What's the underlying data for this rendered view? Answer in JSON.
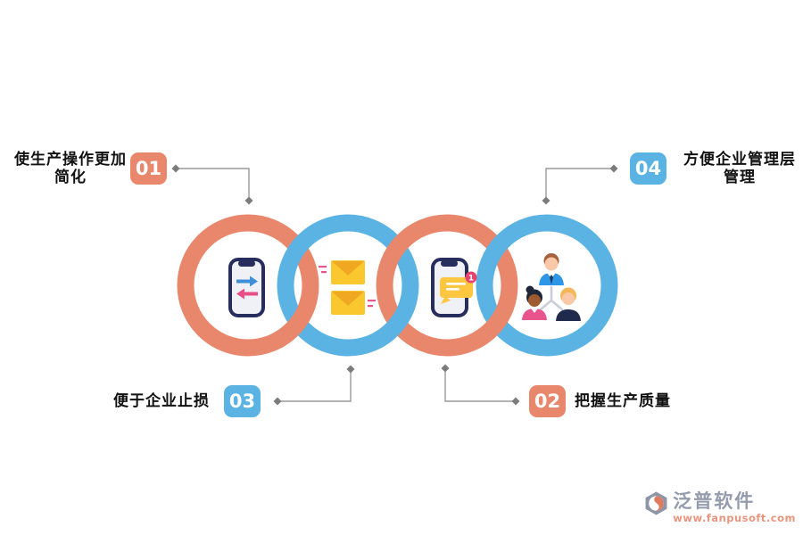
{
  "colors": {
    "salmon": "#E8876C",
    "blue": "#5BB3E4",
    "line": "#9A9A9A",
    "diamond": "#7C7C7C",
    "label_text": "#111111",
    "badge_text": "#FFFFFF",
    "phone_border": "#272E5E",
    "phone_screen": "#EFF1F7",
    "arrow_blue": "#3E8FD8",
    "arrow_pink": "#E94F87",
    "envelope_body": "#FBC72F",
    "envelope_flap": "#F0A822",
    "dash_pink": "#E8558C",
    "bubble_yellow": "#FFC640",
    "notification_pink": "#E8436F",
    "skin_light": "#F8C8A8",
    "skin_dark": "#9E5B30",
    "hair_brown": "#A5613C",
    "hair_black": "#20263A",
    "hair_blonde": "#F4B85A",
    "shirt_blue": "#2E96E6",
    "shirt_pink": "#E8548C",
    "shirt_navy": "#1F2A4D",
    "tie_navy": "#1D3A66",
    "team_line": "#C8CDD8",
    "logo_grey": "#8E95A7",
    "logo_coral": "#E07B61",
    "logo_text_color": "#949BAD",
    "logo_url_color": "#E9957F"
  },
  "items": [
    {
      "number": "01",
      "line1": "使生产操作更加",
      "line2": "简化",
      "color_key": "salmon"
    },
    {
      "number": "02",
      "line1": "把握生产质量",
      "line2": "",
      "color_key": "salmon"
    },
    {
      "number": "03",
      "line1": "便于企业止损",
      "line2": "",
      "color_key": "blue"
    },
    {
      "number": "04",
      "line1": "方便企业管理层",
      "line2": "管理",
      "color_key": "blue"
    }
  ],
  "rings": [
    {
      "order": 1,
      "color_key": "salmon",
      "icon": "phone-transfer-icon"
    },
    {
      "order": 2,
      "color_key": "blue",
      "icon": "mail-icon"
    },
    {
      "order": 3,
      "color_key": "salmon",
      "icon": "phone-notification-icon"
    },
    {
      "order": 4,
      "color_key": "blue",
      "icon": "team-icon"
    }
  ],
  "notification_badge": "1",
  "logo": {
    "brand": "泛普软件",
    "url": "www.fanpusoft.com"
  }
}
